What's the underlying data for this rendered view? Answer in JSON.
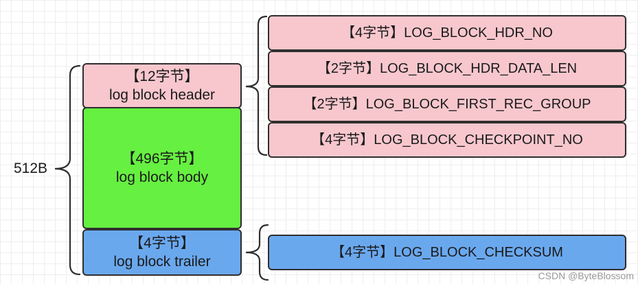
{
  "total_size_label": "512B",
  "block_parts": [
    {
      "size": "【12字节】",
      "name": "log block header"
    },
    {
      "size": "【496字节】",
      "name": "log block body"
    },
    {
      "size": "【4字节】",
      "name": "log block trailer"
    }
  ],
  "header_fields": [
    "【4字节】LOG_BLOCK_HDR_NO",
    "【2字节】LOG_BLOCK_HDR_DATA_LEN",
    "【2字节】LOG_BLOCK_FIRST_REC_GROUP",
    "【4字节】LOG_BLOCK_CHECKPOINT_NO"
  ],
  "trailer_fields": [
    "【4字节】LOG_BLOCK_CHECKSUM"
  ],
  "watermark": "CSDN @ByteBlossom",
  "colors": {
    "header": "#f7c7cd",
    "body": "#66f041",
    "trailer": "#6aa8ee"
  }
}
